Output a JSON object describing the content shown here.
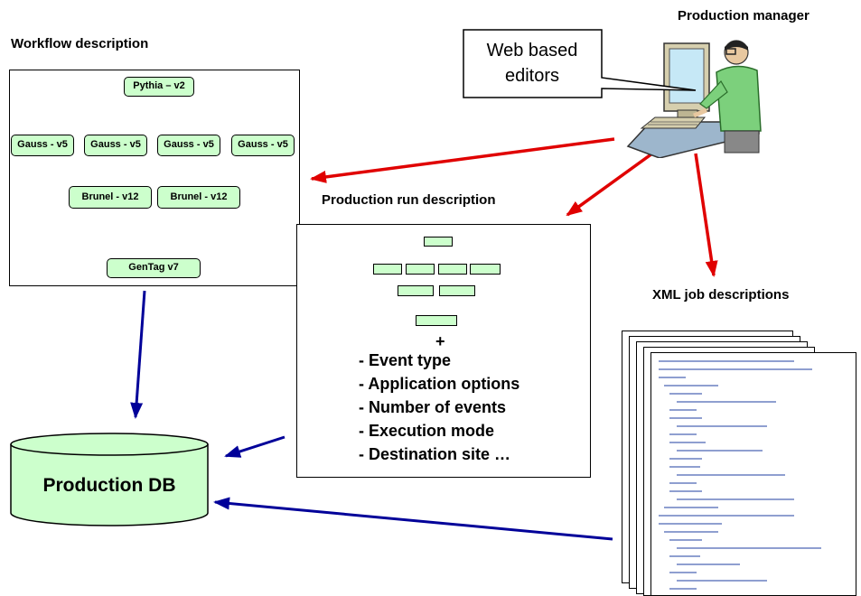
{
  "workflow": {
    "title": "Workflow description",
    "nodes": {
      "pythia": "Pythia – v2",
      "gauss1": "Gauss - v5",
      "gauss2": "Gauss - v5",
      "gauss3": "Gauss - v5",
      "gauss4": "Gauss - v5",
      "brunel1": "Brunel - v12",
      "brunel2": "Brunel - v12",
      "gentag": "GenTag v7"
    }
  },
  "manager": {
    "title": "Production manager"
  },
  "callout": {
    "line1": "Web based",
    "line2": "editors"
  },
  "production_run": {
    "title": "Production run description",
    "plus": "+",
    "items": [
      "- Event type",
      "- Application options",
      "- Number of events",
      "- Execution mode",
      "- Destination site …"
    ]
  },
  "xml": {
    "title": "XML job descriptions"
  },
  "db": {
    "label": "Production DB"
  },
  "colors": {
    "node_fill": "#ccffcc",
    "red_arrow": "#e00000",
    "blue_arrow": "#000099"
  }
}
